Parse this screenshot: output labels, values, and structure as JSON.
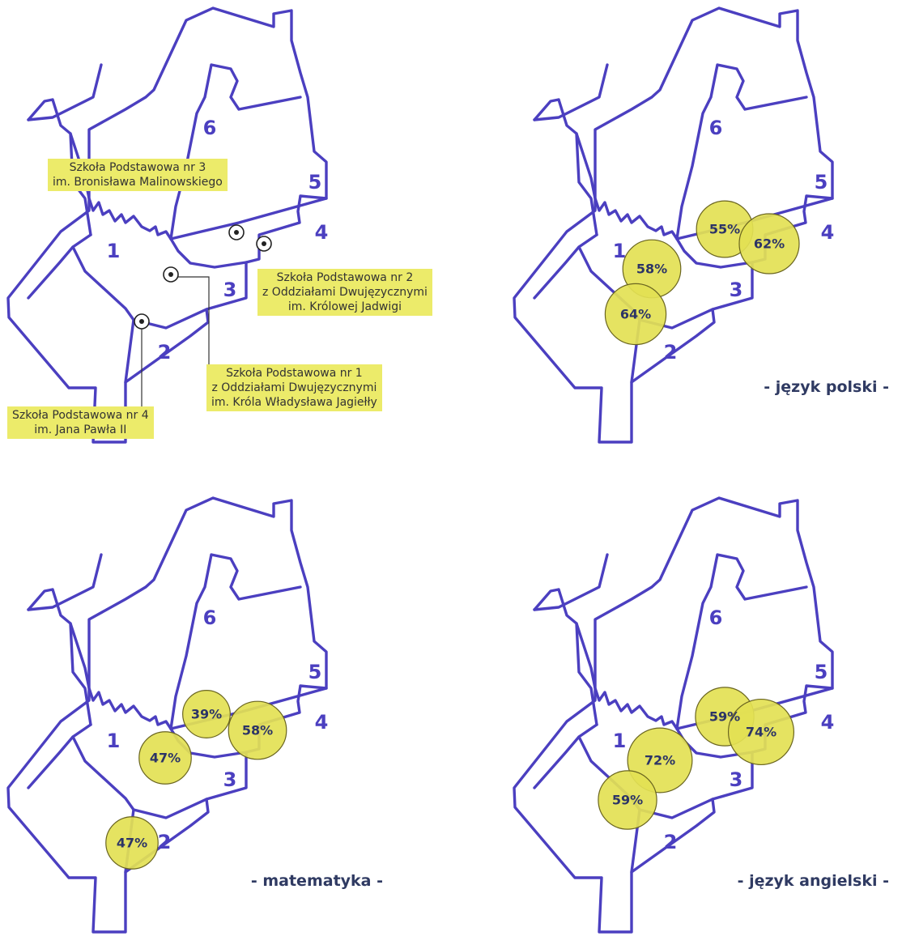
{
  "districts": [
    "1",
    "2",
    "3",
    "4",
    "5",
    "6"
  ],
  "schools": [
    {
      "id": "sp3",
      "line1": "Szkoła Podstawowa nr 3",
      "line2": "im. Bronisława Malinowskiego",
      "line3": ""
    },
    {
      "id": "sp2",
      "line1": "Szkoła Podstawowa nr 2",
      "line2": "z Oddziałami Dwujęzycznymi",
      "line3": "im. Królowej Jadwigi"
    },
    {
      "id": "sp1",
      "line1": "Szkoła Podstawowa nr 1",
      "line2": "z Oddziałami Dwujęzycznymi",
      "line3": "im. Króla Władysława Jagiełły"
    },
    {
      "id": "sp4",
      "line1": "Szkoła Podstawowa nr 4",
      "line2": "im. Jana Pawła II",
      "line3": ""
    }
  ],
  "maps": [
    {
      "subject": "",
      "results": []
    },
    {
      "subject": "- język polski -",
      "results": [
        {
          "school": "sp3",
          "label": "55%",
          "value": 55
        },
        {
          "school": "sp2",
          "label": "62%",
          "value": 62
        },
        {
          "school": "sp1",
          "label": "58%",
          "value": 58
        },
        {
          "school": "sp4",
          "label": "64%",
          "value": 64
        }
      ]
    },
    {
      "subject": "- matematyka -",
      "results": [
        {
          "school": "sp3",
          "label": "39%",
          "value": 39
        },
        {
          "school": "sp2",
          "label": "58%",
          "value": 58
        },
        {
          "school": "sp1",
          "label": "47%",
          "value": 47
        },
        {
          "school": "sp4",
          "label": "47%",
          "value": 47
        }
      ]
    },
    {
      "subject": "- język angielski -",
      "results": [
        {
          "school": "sp3",
          "label": "59%",
          "value": 59
        },
        {
          "school": "sp2",
          "label": "74%",
          "value": 74
        },
        {
          "school": "sp1",
          "label": "72%",
          "value": 72
        },
        {
          "school": "sp4",
          "label": "59%",
          "value": 59
        }
      ]
    }
  ],
  "colors": {
    "outline": "#4b3fc0",
    "bubble": "#e3e154",
    "label_box": "#eceb6a",
    "percent_text": "#2c3466"
  }
}
